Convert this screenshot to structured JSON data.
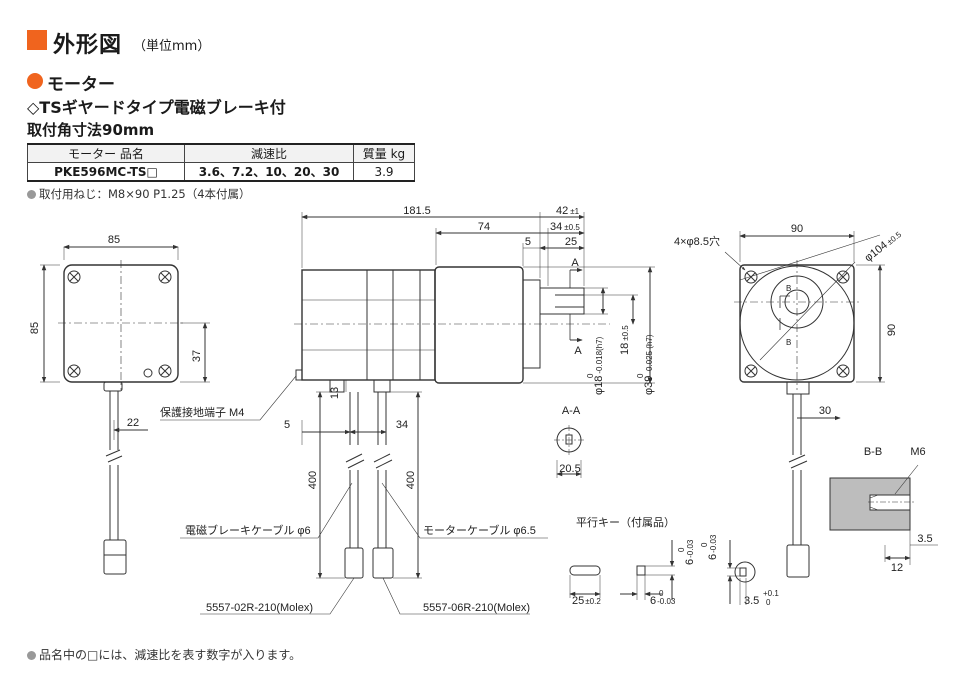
{
  "header": {
    "title": "外形図",
    "unit": "（単位mm）",
    "section": "モーター",
    "subtitle": "◇TSギヤードタイプ電磁ブレーキ付",
    "mount": "取付角寸法90mm"
  },
  "spec_table": {
    "headers": [
      "モーター 品名",
      "減速比",
      "質量 kg"
    ],
    "row": [
      "PKE596MC-TS□",
      "3.6、7.2、10、20、30",
      "3.9"
    ]
  },
  "notes": {
    "screw": "取付用ねじ：M8×90 P1.25（4本付属）",
    "footer": "品名中の□には、減速比を表す数字が入ります。"
  },
  "dims": {
    "back_85_w": "85",
    "back_85_h": "85",
    "back_37": "37",
    "back_22": "22",
    "side_1815": "181.5",
    "side_74": "74",
    "side_5": "5",
    "side_25": "25",
    "side_42": "42",
    "side_42_tol": "±1",
    "side_34": "34",
    "side_34_tol": "±0.5",
    "side_13": "13",
    "side_5b": "5",
    "side_34b": "34",
    "side_400a": "400",
    "side_400b": "400",
    "phi18": "φ18",
    "phi18_tol": "-0.018(h7)",
    "phi18_zero": "0",
    "dim18": "18",
    "dim18_tol": "±0.5",
    "phi39": "φ39",
    "phi39_tol": "-0.025 (h7)",
    "phi39_zero": "0",
    "front_90_w": "90",
    "front_90_h": "90",
    "holes": "4×φ8.5穴",
    "phi104": "φ104",
    "phi104_tol": "±0.5",
    "front_30": "30",
    "aa_205": "20.5",
    "bb_m6": "M6",
    "bb_35": "3.5",
    "bb_12": "12",
    "key_25": "25",
    "key_25_tol": "±0.2",
    "key_6w": "6",
    "key_6w_tol": "-0.03",
    "key_6h": "6",
    "key_6h_tol": "-0.03",
    "key_6s": "6",
    "key_6s_tol": "-0.03",
    "key_35": "3.5",
    "key_35_tol_up": "+0.1",
    "key_35_tol_dn": "0",
    "tol_zero": "0"
  },
  "labels": {
    "ground": "保護接地端子 M4",
    "brake_cable": "電磁ブレーキケーブル φ6",
    "motor_cable": "モーターケーブル φ6.5",
    "conn_2r": "5557-02R-210(Molex)",
    "conn_6r": "5557-06R-210(Molex)",
    "aa_title": "A-A",
    "bb_title": "B-B",
    "key_title": "平行キー（付属品）",
    "A": "A",
    "B": "B"
  },
  "colors": {
    "accent": "#f0641e",
    "line": "#333333"
  }
}
